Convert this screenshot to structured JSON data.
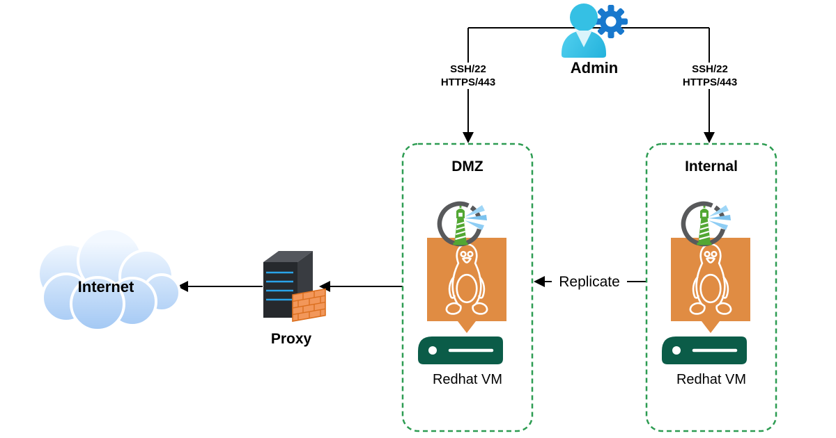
{
  "diagram": {
    "type": "network-architecture",
    "admin": {
      "label": "Admin",
      "icon": "admin-user-gear-icon"
    },
    "internet": {
      "label": "Internet",
      "icon": "internet-cloud-icon"
    },
    "proxy": {
      "label": "Proxy",
      "icon": "proxy-firewall-server-icon"
    },
    "zones": [
      {
        "id": "dmz",
        "label": "DMZ",
        "vm": {
          "label": "Redhat VM",
          "icons": [
            "lighthouse-icon",
            "linux-tux-icon",
            "vm-server-icon"
          ]
        }
      },
      {
        "id": "internal",
        "label": "Internal",
        "vm": {
          "label": "Redhat VM",
          "icons": [
            "lighthouse-icon",
            "linux-tux-icon",
            "vm-server-icon"
          ]
        }
      }
    ],
    "edges": [
      {
        "from": "admin",
        "to": "dmz",
        "label_lines": [
          "SSH/22",
          "HTTPS/443"
        ],
        "arrow": "down"
      },
      {
        "from": "admin",
        "to": "internal",
        "label_lines": [
          "SSH/22",
          "HTTPS/443"
        ],
        "arrow": "down"
      },
      {
        "from": "internal",
        "to": "dmz",
        "label": "Replicate",
        "arrow": "left"
      },
      {
        "from": "dmz",
        "to": "proxy",
        "label": "",
        "arrow": "left"
      },
      {
        "from": "proxy",
        "to": "internet",
        "label": "",
        "arrow": "left"
      }
    ],
    "colors": {
      "edge": "#000000",
      "zone_border": "#2d9c52",
      "tux_panel_orange": "#e08c43",
      "vm_server_green": "#0b5c48",
      "lighthouse_green": "#52a733",
      "lighthouse_ring_gray": "#58595b",
      "beam_blue": "#8ecdf4",
      "admin_cyan": "#3cc4e6",
      "gear_blue": "#1878cd",
      "proxy_dark": "#26292d",
      "proxy_slot_blue": "#2aa3e8",
      "firewall_orange": "#f2975a",
      "cloud_blue": "#a0c8f5"
    }
  }
}
